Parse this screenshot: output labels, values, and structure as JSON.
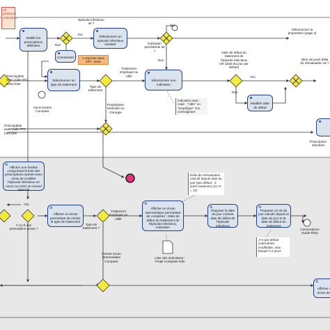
{
  "red_note": {
    "line1": "Si plusieurs",
    "line2": "infectieux"
  },
  "tasks": {
    "etablir": "Etablir les prescriptions affichées",
    "selectionner_episode": "Sélectionner un épisode infectieux existant",
    "selectionner_type": "Sélectionner un type de traitement",
    "selectionner_indication": "Sélectionner une indication",
    "selectionner_proposition": "Sélectionner la proposition (page 2)",
    "modifier_date": "Modifier date de début",
    "afficher_fenetre": "Afficher une fenêtre comportant la liste des prescriptions actives avec choix de modifier l'épisode infectieux en cours ou créer un nouvel épisode",
    "afficher_ecran_choix": "Afficher un écran permettant de choisir le type de traitement",
    "afficher_ecran_intermediaire": "Afficher un écran intermédiaire permettant de compléter : Date de début du traitement de l'épisode infectieux, Indication",
    "proposer_date": "Proposer la date du jour comme date de début de l'épisode infectieux",
    "proposer_date_fin": "Proposer un nb de jour calculé depuis la date du jour et la date de début du traitement",
    "afficher_p": "Afficher un écran de P"
  },
  "labels": {
    "episode_infectieux_ok": "Episode infectieux ok ?",
    "oui_1": "Oui",
    "non_1": "Non",
    "commenter": "Commenter",
    "exporter_dpi": "A exporter dans DPI : Data",
    "prescriptible_atc": "Prescriptible avec code ATC selon liste",
    "type_traitement": "Type de traitement",
    "traitement_empirique": "Traitement empirique ou ciblé",
    "prophylaxie": "Prophylaxie médicale ou chirurgie",
    "via_bouton": "Via le bouton Compass",
    "indication_precedente": "Indication précédente ok ?",
    "oui_2": "Oui",
    "non_2": "Non",
    "indication_avec_code": "Indication avec code : \"cible\" ou \"empirique\" non contraignant",
    "date_debut_question": "Date de début du traitement de l'épisode infectieux OK (date du jour par défaut)",
    "oui_3": "Oui",
    "non_3": "Non",
    "nbre_jours": "Nbre de jours délai de réévaluation ok ?",
    "prescriptible_hors": "Prescriptible avec code ATC hors liste",
    "prescription_standard": "Prescription standard",
    "oui_4": "Oui",
    "y_a_t_il": "Y a-t-il une prescription active ?",
    "type_traitement_2": "Type de traitement ?",
    "traitement_empirique_2": "Traitement empirique ou ciblé",
    "fermer_ecran": "Fermer écran intermédiaire Compass",
    "liste_indications": "Liste des indications : Projet Compass Kids",
    "delai_reevaluation": "Délai de réévaluation calculé depuis date du jour (par défaut : 3 jours maximum (J1+3 = J4)",
    "j4_par_defaut": "J+4 par défaut (calendrier) modifiable, max bloqué à 4 jours",
    "concordance": "Concordance Guide-Ifreip"
  }
}
